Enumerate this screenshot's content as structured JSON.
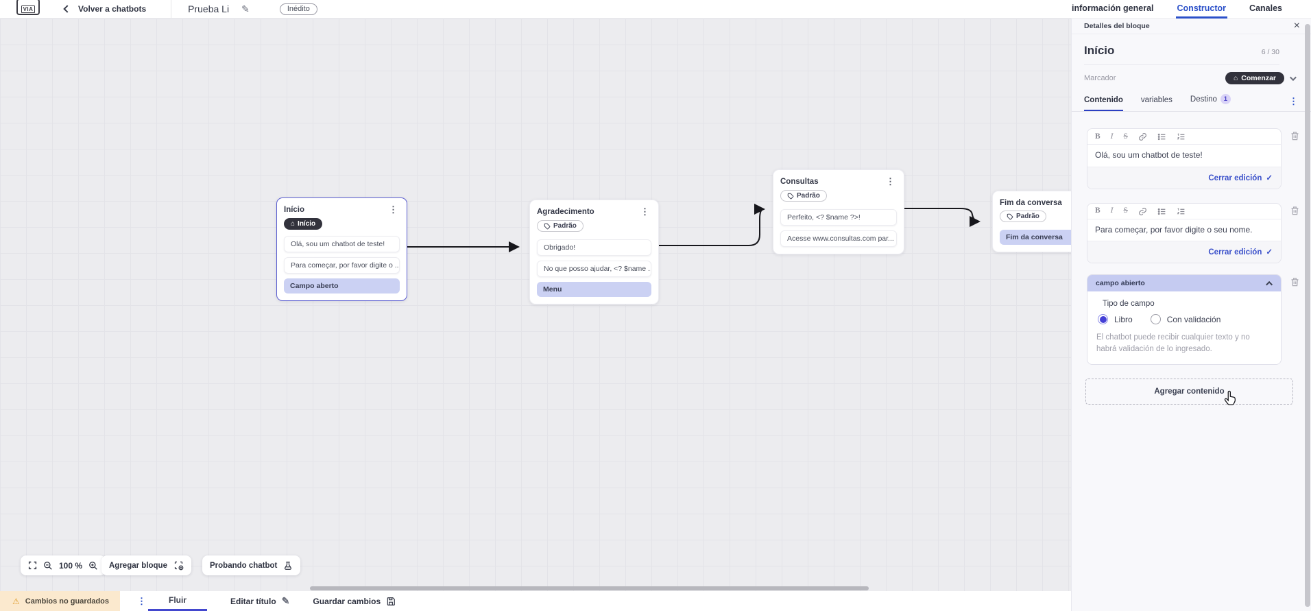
{
  "topbar": {
    "logo_text": "VIA",
    "back_label": "Volver a chatbots",
    "title": "Prueba Li",
    "status_badge": "Inédito",
    "tabs": [
      {
        "label": "información general",
        "active": false
      },
      {
        "label": "Constructor",
        "active": true
      },
      {
        "label": "Canales",
        "active": false
      }
    ]
  },
  "canvas": {
    "zoom_level": "100 %",
    "add_block_label": "Agregar bloque",
    "test_chatbot_label": "Probando chatbot",
    "nodes": [
      {
        "title": "Início",
        "badge": "Início",
        "items": [
          {
            "text": "Olá, sou um chatbot de teste!"
          },
          {
            "text": "Para começar, por favor digite o ..."
          },
          {
            "text": "Campo aberto"
          }
        ]
      },
      {
        "title": "Agradecimento",
        "badge": "Padrão",
        "items": [
          {
            "text": "Obrigado!"
          },
          {
            "text": "No que posso ajudar, <? $name ..."
          },
          {
            "text": "Menu"
          }
        ]
      },
      {
        "title": "Consultas",
        "badge": "Padrão",
        "items": [
          {
            "text": "Perfeito, <? $name ?>!"
          },
          {
            "text": "Acesse www.consultas.com par..."
          }
        ]
      },
      {
        "title": "Fim da conversa",
        "badge": "Padrão",
        "items": [
          {
            "text": "Fim da conversa"
          }
        ]
      }
    ]
  },
  "panel": {
    "header": "Detalles del bloque",
    "block_title": "Início",
    "counter": "6 / 30",
    "marker_label": "Marcador",
    "marker_value": "Comenzar",
    "tabs": [
      {
        "label": "Contenido",
        "active": true
      },
      {
        "label": "variables",
        "active": false
      },
      {
        "label": "Destino",
        "active": false,
        "badge": "1"
      }
    ],
    "editors": [
      {
        "text": "Olá, sou um chatbot de teste!",
        "close_label": "Cerrar edición"
      },
      {
        "text": "Para começar, por favor digite o seu nome.",
        "close_label": "Cerrar edición"
      }
    ],
    "open_field": {
      "header": "campo abierto",
      "type_label": "Tipo de campo",
      "options": [
        {
          "label": "Libro",
          "selected": true
        },
        {
          "label": "Con validación",
          "selected": false
        }
      ],
      "help_text": "El chatbot puede recibir cualquier texto y no habrá validación de lo ingresado."
    },
    "add_content_label": "Agregar contenido"
  },
  "bottombar": {
    "unsaved_label": "Cambios no guardados",
    "flow_tab": "Fluir",
    "edit_title_label": "Editar título",
    "save_label": "Guardar cambios"
  },
  "icons": {
    "kebab": "⋮",
    "home": "⌂",
    "check": "✓",
    "close": "×",
    "warning": "⚠",
    "pencil": "✎",
    "bold": "B",
    "italic": "I",
    "strike": "S"
  },
  "colors": {
    "accent_blue": "#2b50c9",
    "lavender": "#cbd1f3",
    "dark_pill": "#32323c",
    "unsaved_bg": "#fbe9ce",
    "selected_node_border": "#5b5ed1"
  }
}
